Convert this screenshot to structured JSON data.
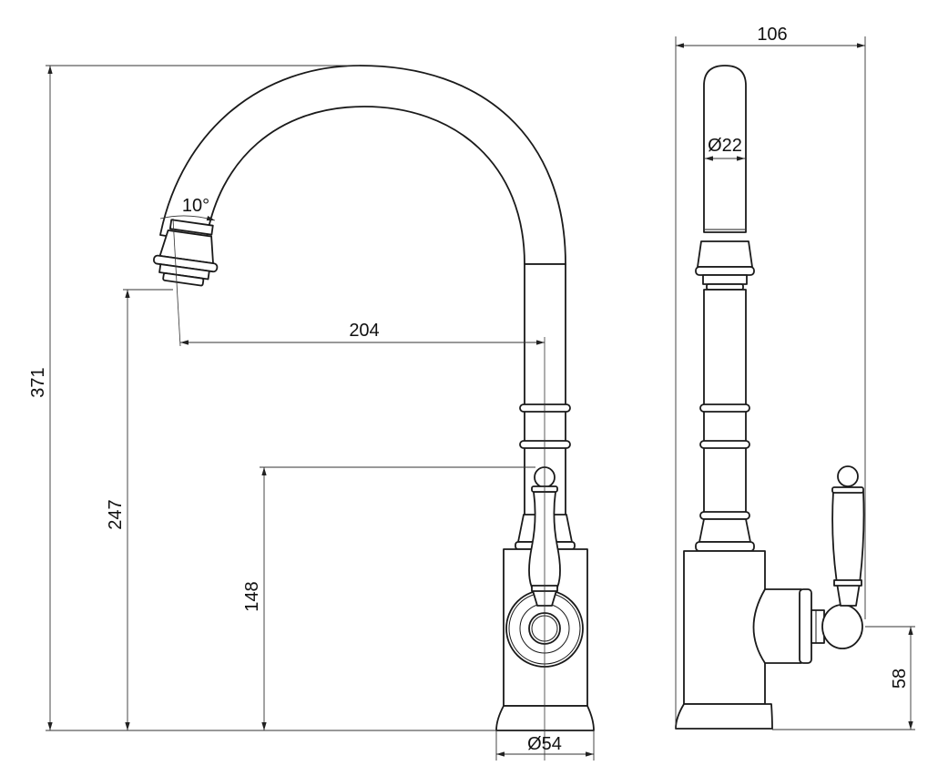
{
  "drawing": {
    "front_view": {
      "dimensions": {
        "total_height": "371",
        "spout_outlet_height": "247",
        "handle_height": "148",
        "spout_reach": "204",
        "base_diameter": "Ø54",
        "aerator_angle": "10°"
      }
    },
    "side_view": {
      "dimensions": {
        "total_depth": "106",
        "spout_diameter": "Ø22",
        "handle_axis_height": "58"
      }
    }
  }
}
